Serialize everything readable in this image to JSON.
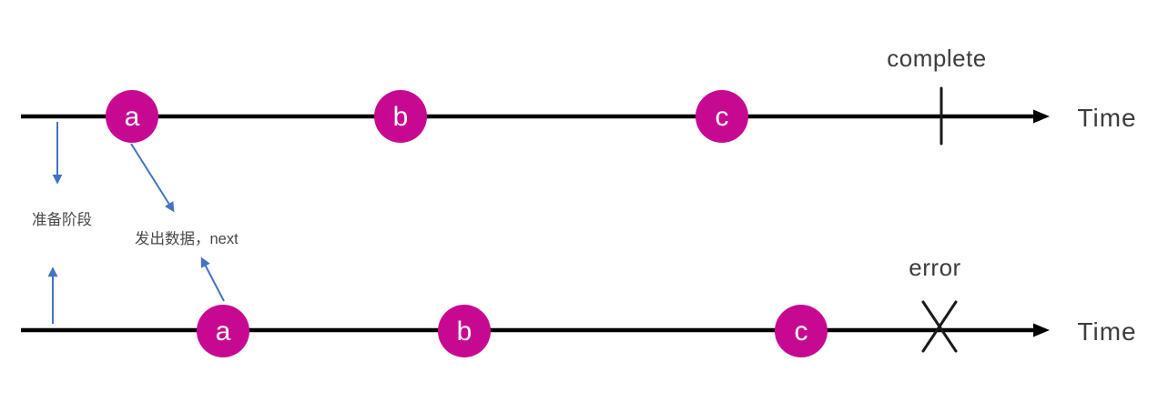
{
  "diagram": {
    "type": "marble-timeline",
    "colors": {
      "event_fill": "#C70992",
      "event_text": "#ffffff",
      "timeline": "#000000",
      "annotation_arrow": "#4472C4",
      "label_text": "#3d3d3d"
    },
    "timelines": [
      {
        "id": "complete-stream",
        "axis_label": "Time",
        "terminal": {
          "type": "complete",
          "label": "complete"
        },
        "events": [
          {
            "label": "a"
          },
          {
            "label": "b"
          },
          {
            "label": "c"
          }
        ]
      },
      {
        "id": "error-stream",
        "axis_label": "Time",
        "terminal": {
          "type": "error",
          "label": "error"
        },
        "events": [
          {
            "label": "a"
          },
          {
            "label": "b"
          },
          {
            "label": "c"
          }
        ]
      }
    ],
    "annotations": [
      {
        "text": "准备阶段"
      },
      {
        "text": "发出数据，next"
      }
    ]
  }
}
